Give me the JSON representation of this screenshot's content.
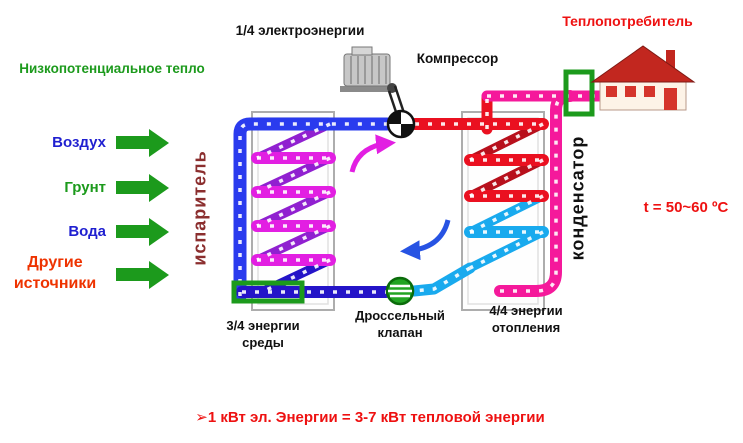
{
  "colors": {
    "green": "#1c9a1c",
    "blue_text": "#1f1fd0",
    "red": "#ee1111",
    "orange_red": "#ee3300",
    "maroon": "#8b2e2e",
    "pipe_blue": "#2a3bee",
    "pipe_dark_blue": "#2414c8",
    "pipe_magenta": "#e21fe2",
    "pipe_purple": "#9020d0",
    "pipe_red": "#ea1020",
    "pipe_cyan": "#19aaee",
    "pipe_pink": "#f5199b"
  },
  "left_panel": {
    "title": "Низкопотенциальное тепло",
    "sources": [
      {
        "label": "Воздух"
      },
      {
        "label": "Грунт"
      },
      {
        "label": "Вода"
      },
      {
        "label": "Другие источники"
      }
    ]
  },
  "labels": {
    "electric": "1/4 электроэнергии",
    "compressor": "Компрессор",
    "consumer": "Теплопотребитель",
    "evaporator": "испаритель",
    "condenser": "конденсатор",
    "temperature": "t = 50~60 ºС",
    "source_energy": "3/4 энергии среды",
    "throttle": "Дроссельный клапан",
    "heating_energy": "4/4 энергии отопления"
  },
  "footer": {
    "formula": "➢1 кВт эл. Энергии = 3-7 кВт тепловой энергии"
  },
  "icons": [
    {
      "name": "green-arrow-icon",
      "shape": "css-block-arrow"
    },
    {
      "name": "electric-motor-icon",
      "shape": "svg"
    },
    {
      "name": "compressor-icon",
      "shape": "svg-checkered-circle"
    },
    {
      "name": "throttle-valve-icon",
      "shape": "svg-green-circle"
    },
    {
      "name": "house-icon",
      "shape": "svg"
    },
    {
      "name": "cycle-arrow-top-icon",
      "shape": "svg-curved-arrow"
    },
    {
      "name": "cycle-arrow-bottom-icon",
      "shape": "svg-curved-arrow"
    }
  ]
}
